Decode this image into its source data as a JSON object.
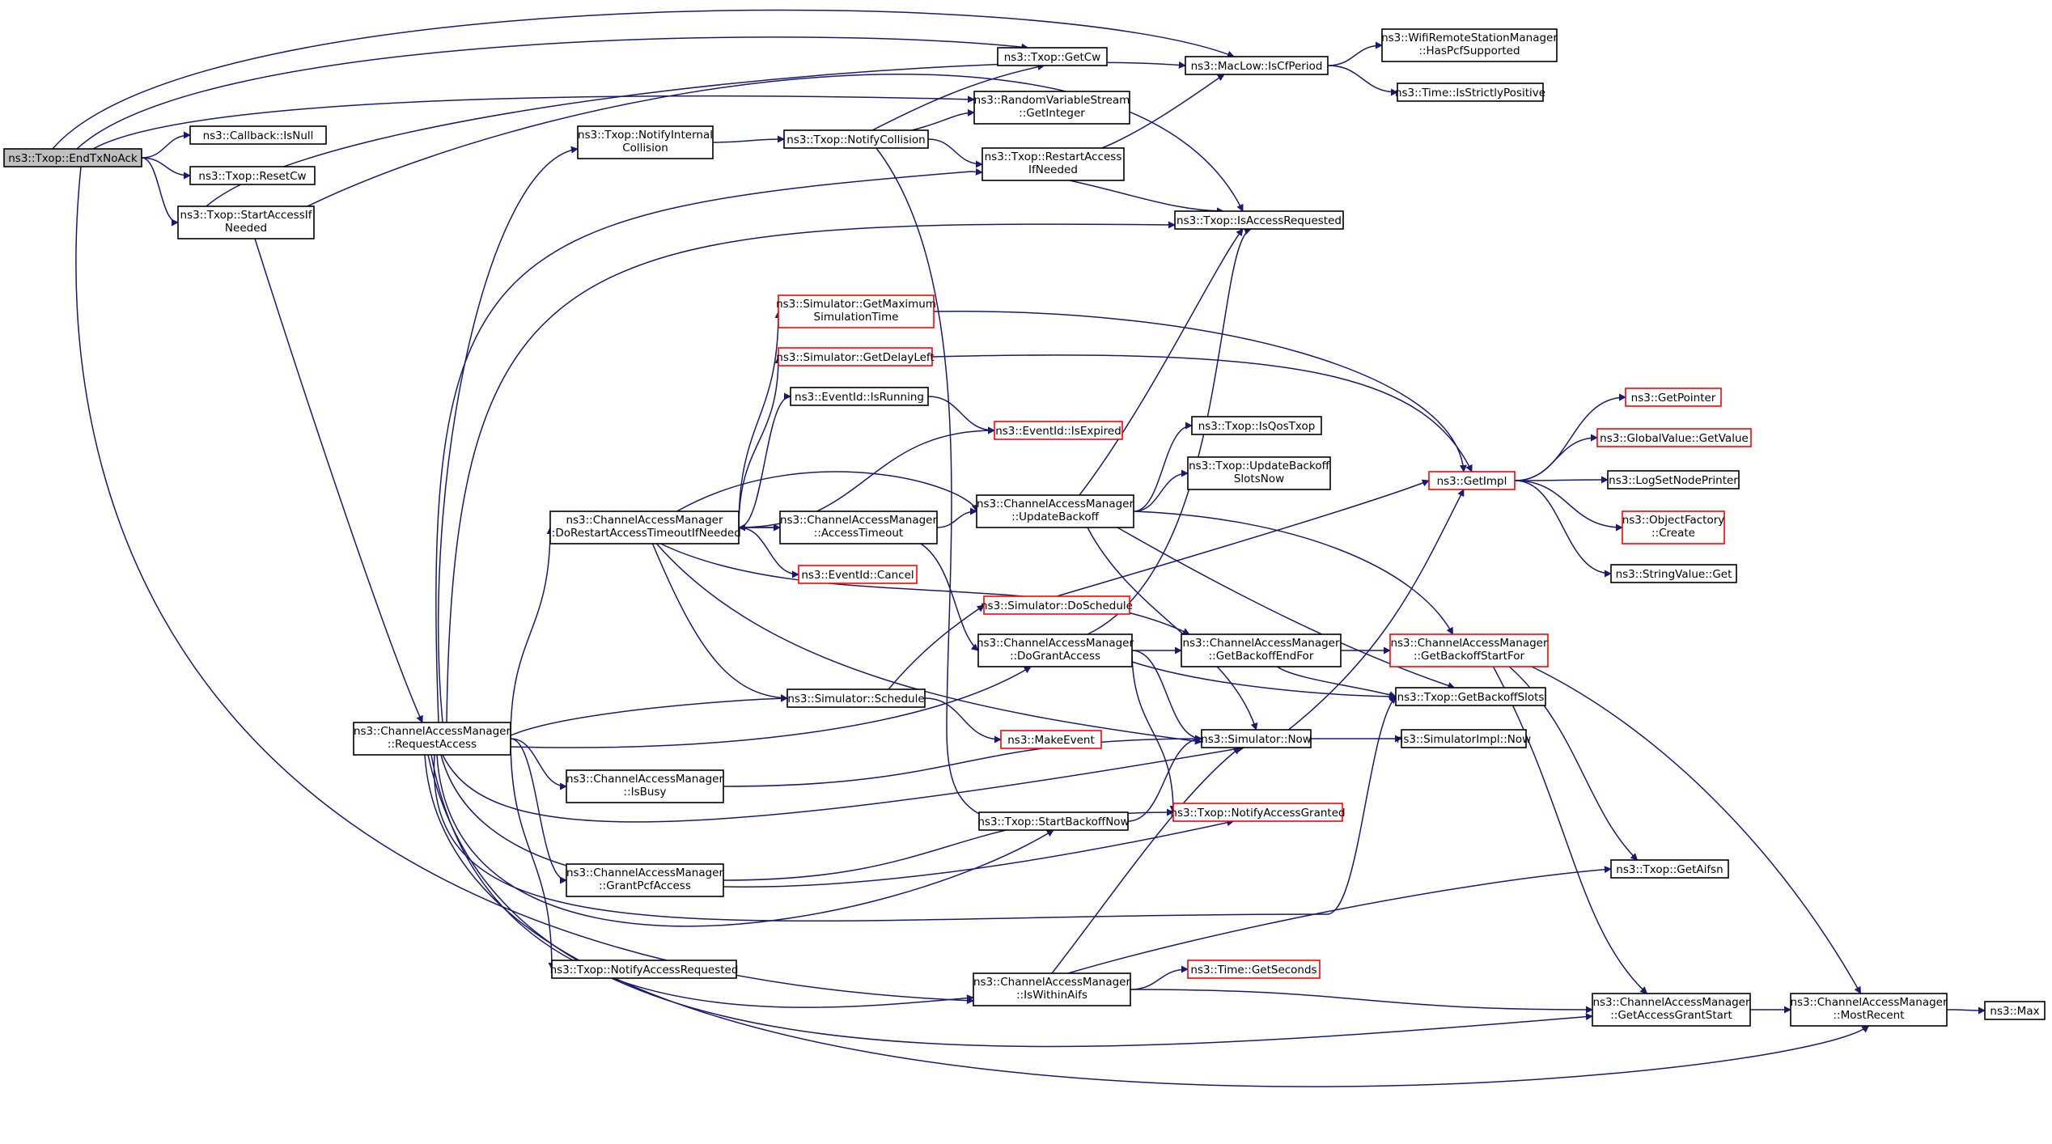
{
  "colors": {
    "edge": "#191970",
    "node_border": "#000000",
    "node_border_truncated": "#ff0000",
    "node_fill": "#ffffff",
    "root_fill": "#bfbfbf"
  },
  "nodes": [
    {
      "id": "root",
      "label": [
        "ns3::Txop::EndTxNoAck"
      ],
      "style": "root"
    },
    {
      "id": "isnull",
      "label": [
        "ns3::Callback::IsNull"
      ],
      "style": "normal"
    },
    {
      "id": "resetcw",
      "label": [
        "ns3::Txop::ResetCw"
      ],
      "style": "normal"
    },
    {
      "id": "startaccess",
      "label": [
        "ns3::Txop::StartAccessIf",
        "Needed"
      ],
      "style": "normal"
    },
    {
      "id": "notifyinternal",
      "label": [
        "ns3::Txop::NotifyInternal",
        "Collision"
      ],
      "style": "normal"
    },
    {
      "id": "notifycollision",
      "label": [
        "ns3::Txop::NotifyCollision"
      ],
      "style": "normal"
    },
    {
      "id": "getcw",
      "label": [
        "ns3::Txop::GetCw"
      ],
      "style": "normal"
    },
    {
      "id": "randint",
      "label": [
        "ns3::RandomVariableStream",
        "::GetInteger"
      ],
      "style": "normal"
    },
    {
      "id": "restartaccess",
      "label": [
        "ns3::Txop::RestartAccess",
        "IfNeeded"
      ],
      "style": "normal"
    },
    {
      "id": "iscfperiod",
      "label": [
        "ns3::MacLow::IsCfPeriod"
      ],
      "style": "normal"
    },
    {
      "id": "haspcf",
      "label": [
        "ns3::WifiRemoteStationManager",
        "::HasPcfSupported"
      ],
      "style": "normal"
    },
    {
      "id": "ispositive",
      "label": [
        "ns3::Time::IsStrictlyPositive"
      ],
      "style": "normal"
    },
    {
      "id": "isaccessreq",
      "label": [
        "ns3::Txop::IsAccessRequested"
      ],
      "style": "normal"
    },
    {
      "id": "getmaxsim",
      "label": [
        "ns3::Simulator::GetMaximum",
        "SimulationTime"
      ],
      "style": "truncated"
    },
    {
      "id": "getdelayleft",
      "label": [
        "ns3::Simulator::GetDelayLeft"
      ],
      "style": "truncated"
    },
    {
      "id": "isrunning",
      "label": [
        "ns3::EventId::IsRunning"
      ],
      "style": "normal"
    },
    {
      "id": "isexpired",
      "label": [
        "ns3::EventId::IsExpired"
      ],
      "style": "truncated"
    },
    {
      "id": "doreset",
      "label": [
        "ns3::ChannelAccessManager",
        "::DoRestartAccessTimeoutIfNeeded"
      ],
      "style": "normal"
    },
    {
      "id": "accesstimeout",
      "label": [
        "ns3::ChannelAccessManager",
        "::AccessTimeout"
      ],
      "style": "normal"
    },
    {
      "id": "cancel",
      "label": [
        "ns3::EventId::Cancel"
      ],
      "style": "truncated"
    },
    {
      "id": "updatebackoff",
      "label": [
        "ns3::ChannelAccessManager",
        "::UpdateBackoff"
      ],
      "style": "normal"
    },
    {
      "id": "isqos",
      "label": [
        "ns3::Txop::IsQosTxop"
      ],
      "style": "normal"
    },
    {
      "id": "updateslots",
      "label": [
        "ns3::Txop::UpdateBackoff",
        "SlotsNow"
      ],
      "style": "normal"
    },
    {
      "id": "getimpl",
      "label": [
        "ns3::GetImpl"
      ],
      "style": "truncated"
    },
    {
      "id": "getpointer",
      "label": [
        "ns3::GetPointer"
      ],
      "style": "truncated"
    },
    {
      "id": "globalvalue",
      "label": [
        "ns3::GlobalValue::GetValue"
      ],
      "style": "truncated"
    },
    {
      "id": "lognode",
      "label": [
        "ns3::LogSetNodePrinter"
      ],
      "style": "normal"
    },
    {
      "id": "objfactory",
      "label": [
        "ns3::ObjectFactory",
        "::Create"
      ],
      "style": "truncated"
    },
    {
      "id": "stringvalue",
      "label": [
        "ns3::StringValue::Get"
      ],
      "style": "normal"
    },
    {
      "id": "doschedule",
      "label": [
        "ns3::Simulator::DoSchedule"
      ],
      "style": "truncated"
    },
    {
      "id": "dogrant",
      "label": [
        "ns3::ChannelAccessManager",
        "::DoGrantAccess"
      ],
      "style": "normal"
    },
    {
      "id": "backoffend",
      "label": [
        "ns3::ChannelAccessManager",
        "::GetBackoffEndFor"
      ],
      "style": "normal"
    },
    {
      "id": "backoffstart",
      "label": [
        "ns3::ChannelAccessManager",
        "::GetBackoffStartFor"
      ],
      "style": "truncated"
    },
    {
      "id": "backoffslots",
      "label": [
        "ns3::Txop::GetBackoffSlots"
      ],
      "style": "normal"
    },
    {
      "id": "schedule",
      "label": [
        "ns3::Simulator::Schedule"
      ],
      "style": "normal"
    },
    {
      "id": "makeevent",
      "label": [
        "ns3::MakeEvent"
      ],
      "style": "truncated"
    },
    {
      "id": "now",
      "label": [
        "ns3::Simulator::Now"
      ],
      "style": "normal"
    },
    {
      "id": "implnow",
      "label": [
        "ns3::SimulatorImpl::Now"
      ],
      "style": "normal"
    },
    {
      "id": "requestaccess",
      "label": [
        "ns3::ChannelAccessManager",
        "::RequestAccess"
      ],
      "style": "normal"
    },
    {
      "id": "isbusy",
      "label": [
        "ns3::ChannelAccessManager",
        "::IsBusy"
      ],
      "style": "normal"
    },
    {
      "id": "startbackoff",
      "label": [
        "ns3::Txop::StartBackoffNow"
      ],
      "style": "normal"
    },
    {
      "id": "notifygranted",
      "label": [
        "ns3::Txop::NotifyAccessGranted"
      ],
      "style": "truncated"
    },
    {
      "id": "grantpcf",
      "label": [
        "ns3::ChannelAccessManager",
        "::GrantPcfAccess"
      ],
      "style": "normal"
    },
    {
      "id": "getaifsn",
      "label": [
        "ns3::Txop::GetAifsn"
      ],
      "style": "normal"
    },
    {
      "id": "notifyreq",
      "label": [
        "ns3::Txop::NotifyAccessRequested"
      ],
      "style": "normal"
    },
    {
      "id": "iswithinaifs",
      "label": [
        "ns3::ChannelAccessManager",
        "::IsWithinAifs"
      ],
      "style": "normal"
    },
    {
      "id": "getseconds",
      "label": [
        "ns3::Time::GetSeconds"
      ],
      "style": "truncated"
    },
    {
      "id": "grantstart",
      "label": [
        "ns3::ChannelAccessManager",
        "::GetAccessGrantStart"
      ],
      "style": "normal"
    },
    {
      "id": "mostrecent",
      "label": [
        "ns3::ChannelAccessManager",
        "::MostRecent"
      ],
      "style": "normal"
    },
    {
      "id": "max",
      "label": [
        "ns3::Max"
      ],
      "style": "normal"
    }
  ]
}
